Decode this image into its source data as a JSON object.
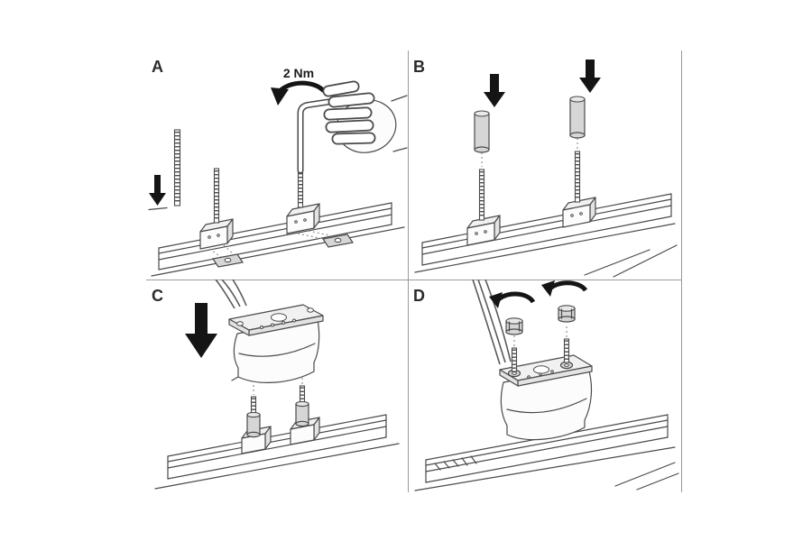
{
  "figure": {
    "panels": {
      "a": {
        "label": "A",
        "torque_label": "2 Nm"
      },
      "b": {
        "label": "B"
      },
      "c": {
        "label": "C"
      },
      "d": {
        "label": "D"
      }
    }
  },
  "icons": {
    "down_arrow_icon": "▼",
    "rotate_arrow_icon": "↻"
  },
  "colors": {
    "background": "#ffffff",
    "line": "#4a4a4a",
    "solid_black": "#151515",
    "light_fill": "#d6d6d6",
    "divider": "#9a9a9a",
    "label_text": "#2b2b2b"
  }
}
